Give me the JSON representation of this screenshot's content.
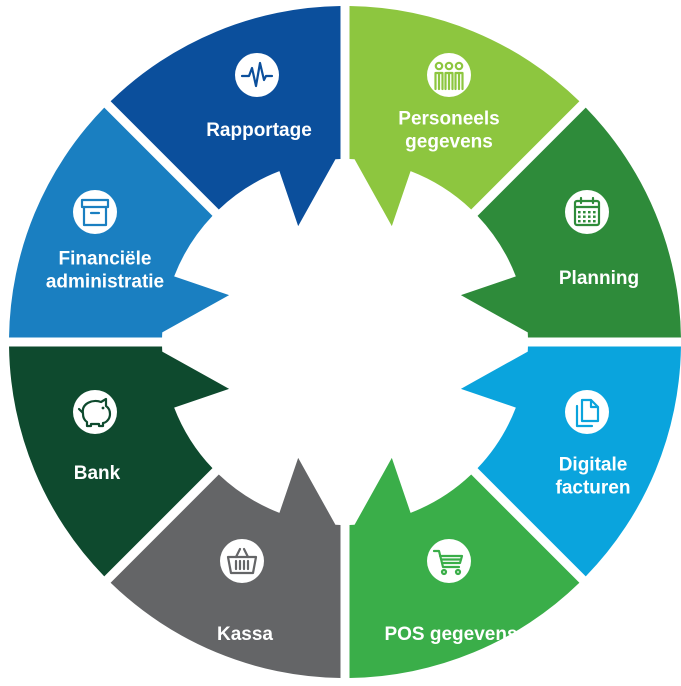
{
  "segments": [
    {
      "key": "rapportage",
      "label_lines": [
        "Rapportage"
      ],
      "color": "#0b4f9c",
      "icon": "heartbeat-pulse-icon"
    },
    {
      "key": "personeelsgegevens",
      "label_lines": [
        "Personeels",
        "gegevens"
      ],
      "color": "#8dc63f",
      "icon": "people-group-icon"
    },
    {
      "key": "planning",
      "label_lines": [
        "Planning"
      ],
      "color": "#2e8b3a",
      "icon": "calendar-icon"
    },
    {
      "key": "digitale-facturen",
      "label_lines": [
        "Digitale",
        "facturen"
      ],
      "color": "#0aa4dd",
      "icon": "documents-icon"
    },
    {
      "key": "pos-gegevens",
      "label_lines": [
        "POS gegevens"
      ],
      "color": "#3aae49",
      "icon": "shopping-cart-icon"
    },
    {
      "key": "kassa",
      "label_lines": [
        "Kassa"
      ],
      "color": "#646567",
      "icon": "shopping-basket-icon"
    },
    {
      "key": "bank",
      "label_lines": [
        "Bank"
      ],
      "color": "#0e4a2e",
      "icon": "piggy-bank-icon"
    },
    {
      "key": "financiele-administratie",
      "label_lines": [
        "Financiële",
        "administratie"
      ],
      "color": "#1a7fc1",
      "icon": "archive-box-icon"
    }
  ]
}
